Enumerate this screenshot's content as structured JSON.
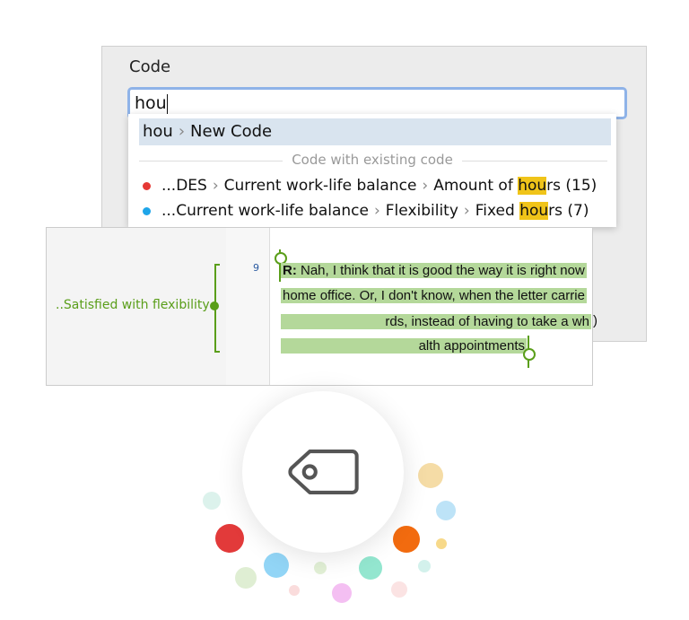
{
  "dialog": {
    "label": "Code",
    "input_value": "hou"
  },
  "dropdown": {
    "new_code": {
      "query": "hou",
      "label": "New Code"
    },
    "section_label": "Code with existing code",
    "items": [
      {
        "color": "#e53935",
        "prefix": "...DES",
        "path1": "Current work-life balance",
        "pre": "Amount of ",
        "match": "hou",
        "post": "rs (15)"
      },
      {
        "color": "#1ea5e9",
        "prefix": "...Current work-life balance",
        "path1": "Flexibility",
        "pre": "Fixed ",
        "match": "hou",
        "post": "rs (7)"
      }
    ]
  },
  "document": {
    "line_number": "9",
    "code_segment": "..Satisfied with flexibility",
    "lines": [
      {
        "bold": "R:",
        "text": " Nah, I think that it is good the way it is right now"
      },
      {
        "bold": "",
        "text": "home office. Or, I don't know, when the letter carrie"
      },
      {
        "bold": "",
        "text": "rds, instead of having to take a wh"
      },
      {
        "bold": "",
        "text": "alth appointments"
      }
    ],
    "overflow_char": ")"
  },
  "icon": "tag-icon",
  "colors": {
    "accent": "#5a9e1a",
    "highlight": "#f0c419",
    "selection": "#d9e4ef"
  }
}
